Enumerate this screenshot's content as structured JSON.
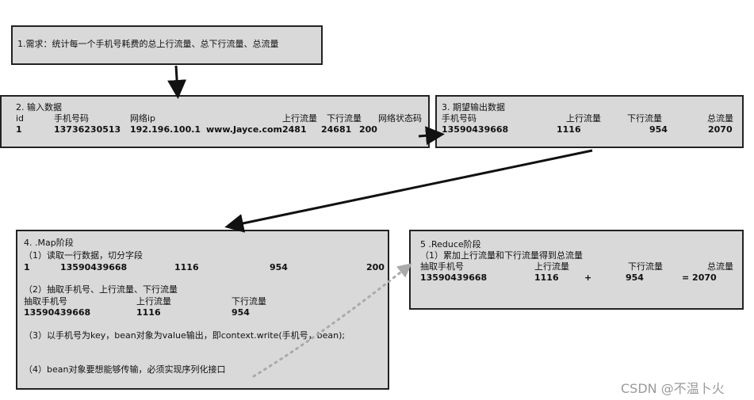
{
  "box1": {
    "title": "1.需求：统计每一个手机号耗费的总上行流量、总下行流量、总流量"
  },
  "box2": {
    "title": "2. 输入数据",
    "headers": [
      "id",
      "手机号码",
      "网络ip",
      "上行流量",
      "下行流量",
      "网络状态码"
    ],
    "row": [
      "1",
      "13736230513",
      "192.196.100.1",
      "www.Jayce.com",
      "2481",
      "24681",
      "200"
    ]
  },
  "box3": {
    "title": "3. 期望输出数据",
    "headers": [
      "手机号码",
      "上行流量",
      "下行流量",
      "总流量"
    ],
    "row": [
      "13590439668",
      "1116",
      "954",
      "2070"
    ]
  },
  "box4": {
    "title": "4. .Map阶段",
    "step1": "（1）读取一行数据，切分字段",
    "step1_row": [
      "1",
      "13590439668",
      "1116",
      "954",
      "200"
    ],
    "step2": "（2）抽取手机号、上行流量、下行流量",
    "step2_headers": [
      "抽取手机号",
      "上行流量",
      "下行流量"
    ],
    "step2_row": [
      "13590439668",
      "1116",
      "954"
    ],
    "step3": "（3）以手机号为key，bean对象为value输出，即context.write(手机号，bean);",
    "step4": "（4）bean对象要想能够传输，必须实现序列化接口"
  },
  "box5": {
    "title": "5 .Reduce阶段",
    "step1": "（1）累加上行流量和下行流量得到总流量",
    "headers": [
      "抽取手机号",
      "上行流量",
      "下行流量",
      "总流量"
    ],
    "row": [
      "13590439668",
      "1116",
      "+",
      "954",
      "= 2070"
    ]
  },
  "watermark": "CSDN @不温卜火"
}
